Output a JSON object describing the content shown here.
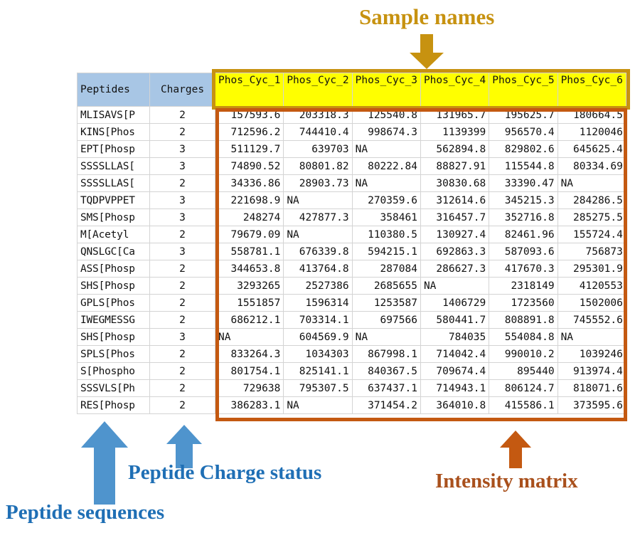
{
  "annotations": {
    "sample_names": {
      "label": "Sample names",
      "color": "#c79210",
      "arrow": "down-arrow-icon"
    },
    "intensity_matrix": {
      "label": "Intensity matrix",
      "color": "#a9501c",
      "arrow": "up-arrow-icon"
    },
    "peptide_sequences": {
      "label": "Peptide sequences",
      "color": "#1f6fb5",
      "arrow": "up-arrow-icon"
    },
    "peptide_charge_status": {
      "label": "Peptide Charge status",
      "color": "#1f6fb5",
      "arrow": "up-arrow-icon"
    }
  },
  "table": {
    "headers": {
      "peptides": "Peptides",
      "charges": "Charges",
      "samples": [
        "Phos_Cyc_1",
        "Phos_Cyc_2",
        "Phos_Cyc_3",
        "Phos_Cyc_4",
        "Phos_Cyc_5",
        "Phos_Cyc_6"
      ]
    },
    "header_colors": {
      "peptide_header_bg": "#a8c6e5",
      "sample_header_bg": "#ffff00"
    },
    "rows": [
      {
        "peptide": "MLISAVS[P",
        "charge": "2",
        "values": [
          "157593.6",
          "203318.3",
          "125540.8",
          "131965.7",
          "195625.7",
          "180664.5"
        ]
      },
      {
        "peptide": "KINS[Phos",
        "charge": "2",
        "values": [
          "712596.2",
          "744410.4",
          "998674.3",
          "1139399",
          "956570.4",
          "1120046"
        ]
      },
      {
        "peptide": "EPT[Phosp",
        "charge": "3",
        "values": [
          "511129.7",
          "639703",
          "NA",
          "562894.8",
          "829802.6",
          "645625.4"
        ]
      },
      {
        "peptide": "SSSSLLAS[",
        "charge": "3",
        "values": [
          "74890.52",
          "80801.82",
          "80222.84",
          "88827.91",
          "115544.8",
          "80334.69"
        ]
      },
      {
        "peptide": "SSSSLLAS[",
        "charge": "2",
        "values": [
          "34336.86",
          "28903.73",
          "NA",
          "30830.68",
          "33390.47",
          "NA"
        ]
      },
      {
        "peptide": "TQDPVPPET",
        "charge": "3",
        "values": [
          "221698.9",
          "NA",
          "270359.6",
          "312614.6",
          "345215.3",
          "284286.5"
        ]
      },
      {
        "peptide": "SMS[Phosp",
        "charge": "3",
        "values": [
          "248274",
          "427877.3",
          "358461",
          "316457.7",
          "352716.8",
          "285275.5"
        ]
      },
      {
        "peptide": "M[Acetyl",
        "charge": "2",
        "values": [
          "79679.09",
          "NA",
          "110380.5",
          "130927.4",
          "82461.96",
          "155724.4"
        ]
      },
      {
        "peptide": "QNSLGC[Ca",
        "charge": "3",
        "values": [
          "558781.1",
          "676339.8",
          "594215.1",
          "692863.3",
          "587093.6",
          "756873"
        ]
      },
      {
        "peptide": "ASS[Phosp",
        "charge": "2",
        "values": [
          "344653.8",
          "413764.8",
          "287084",
          "286627.3",
          "417670.3",
          "295301.9"
        ]
      },
      {
        "peptide": "SHS[Phosp",
        "charge": "2",
        "values": [
          "3293265",
          "2527386",
          "2685655",
          "NA",
          "2318149",
          "4120553"
        ]
      },
      {
        "peptide": "GPLS[Phos",
        "charge": "2",
        "values": [
          "1551857",
          "1596314",
          "1253587",
          "1406729",
          "1723560",
          "1502006"
        ]
      },
      {
        "peptide": "IWEGMESSG",
        "charge": "2",
        "values": [
          "686212.1",
          "703314.1",
          "697566",
          "580441.7",
          "808891.8",
          "745552.6"
        ]
      },
      {
        "peptide": "SHS[Phosp",
        "charge": "3",
        "values": [
          "NA",
          "604569.9",
          "NA",
          "784035",
          "554084.8",
          "NA"
        ]
      },
      {
        "peptide": "SPLS[Phos",
        "charge": "2",
        "values": [
          "833264.3",
          "1034303",
          "867998.1",
          "714042.4",
          "990010.2",
          "1039246"
        ]
      },
      {
        "peptide": "S[Phospho",
        "charge": "2",
        "values": [
          "801754.1",
          "825141.1",
          "840367.5",
          "709674.4",
          "895440",
          "913974.4"
        ]
      },
      {
        "peptide": "SSSVLS[Ph",
        "charge": "2",
        "values": [
          "729638",
          "795307.5",
          "637437.1",
          "714943.1",
          "806124.7",
          "818071.6"
        ]
      },
      {
        "peptide": "RES[Phosp",
        "charge": "2",
        "values": [
          "386283.1",
          "NA",
          "371454.2",
          "364010.8",
          "415586.1",
          "373595.6"
        ]
      }
    ]
  }
}
